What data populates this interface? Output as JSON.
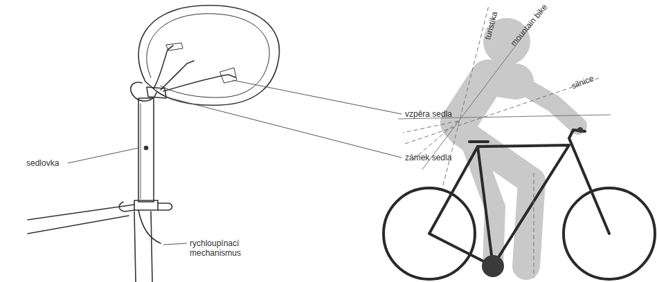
{
  "diagram": {
    "labels": [
      "vzpěra sedla",
      "zámek sedla",
      "sedlovka",
      "rychloupínací mechanismus",
      "turistika",
      "mountain bike",
      "silnice"
    ]
  }
}
